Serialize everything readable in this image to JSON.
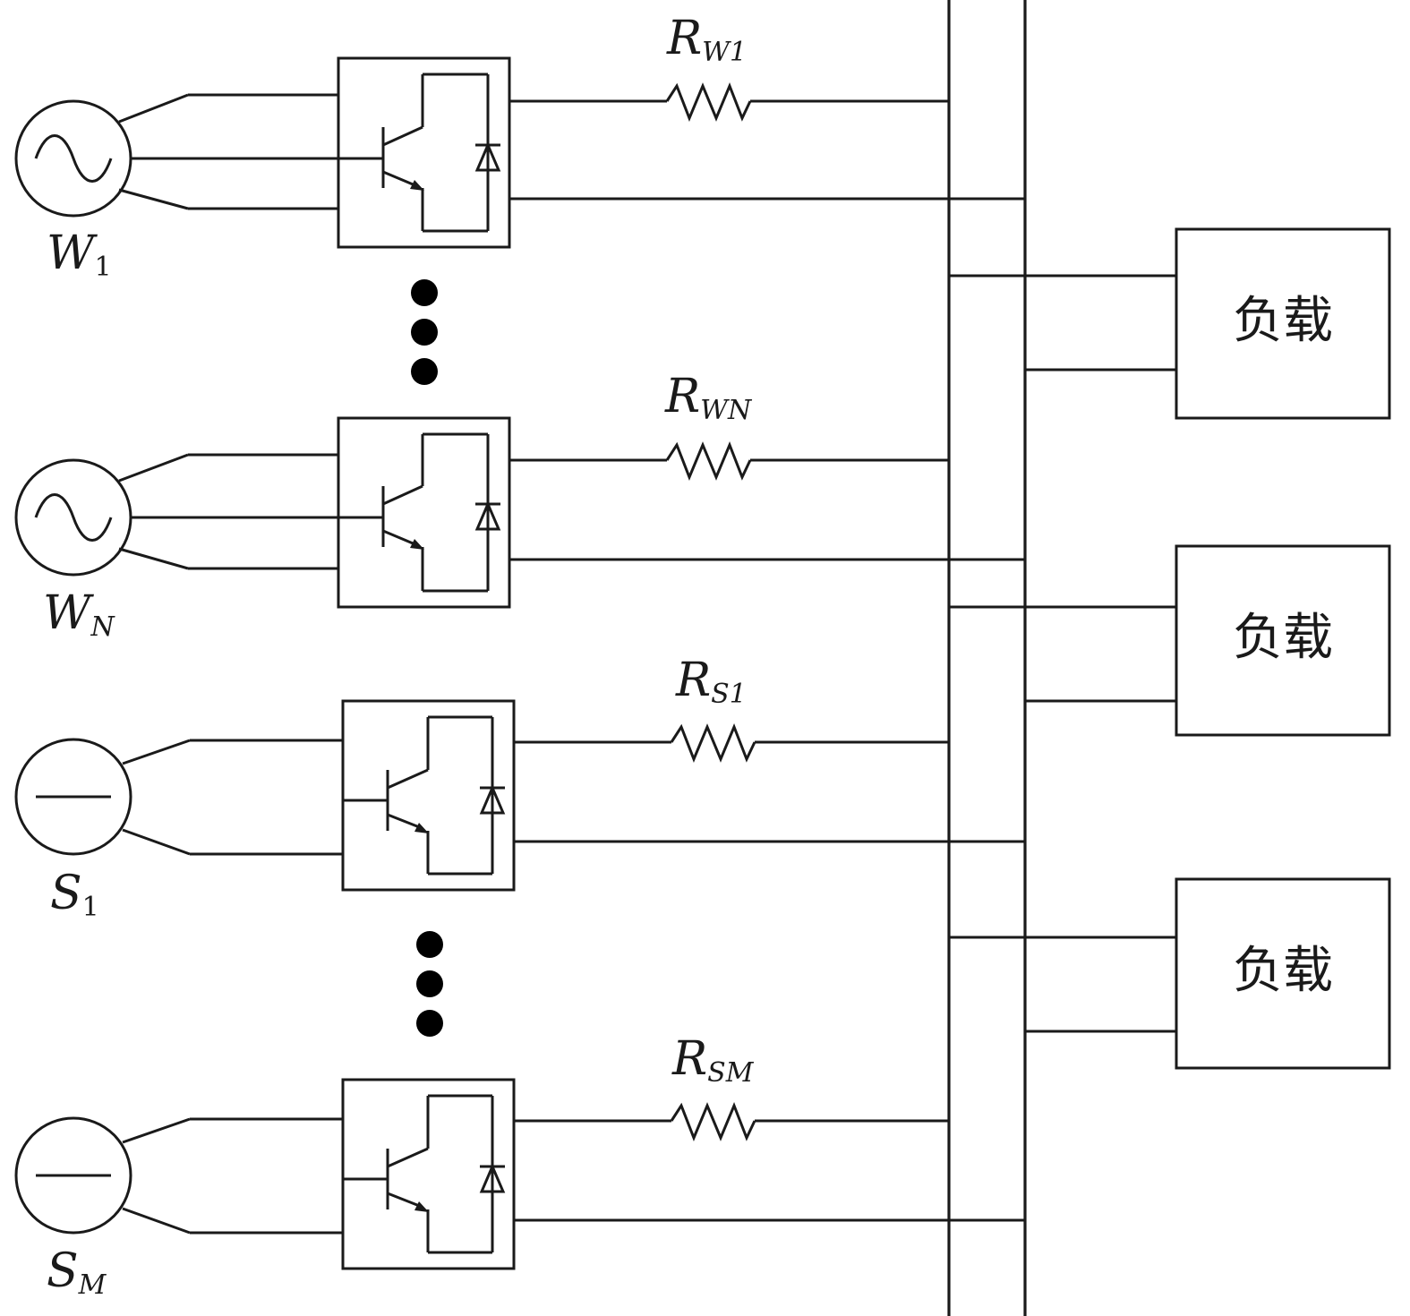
{
  "sources": [
    {
      "id": "W1",
      "type": "ac",
      "label_main": "W",
      "label_sub": "1"
    },
    {
      "id": "WN",
      "type": "ac",
      "label_main": "W",
      "label_sub": "N"
    },
    {
      "id": "S1",
      "type": "dc",
      "label_main": "S",
      "label_sub": "1"
    },
    {
      "id": "SM",
      "type": "dc",
      "label_main": "S",
      "label_sub": "M"
    }
  ],
  "resistors": [
    {
      "label_main": "R",
      "label_sub": "W1"
    },
    {
      "label_main": "R",
      "label_sub": "WN"
    },
    {
      "label_main": "R",
      "label_sub": "S1"
    },
    {
      "label_main": "R",
      "label_sub": "SM"
    }
  ],
  "loads": [
    {
      "label": "负载"
    },
    {
      "label": "负载"
    },
    {
      "label": "负载"
    }
  ]
}
